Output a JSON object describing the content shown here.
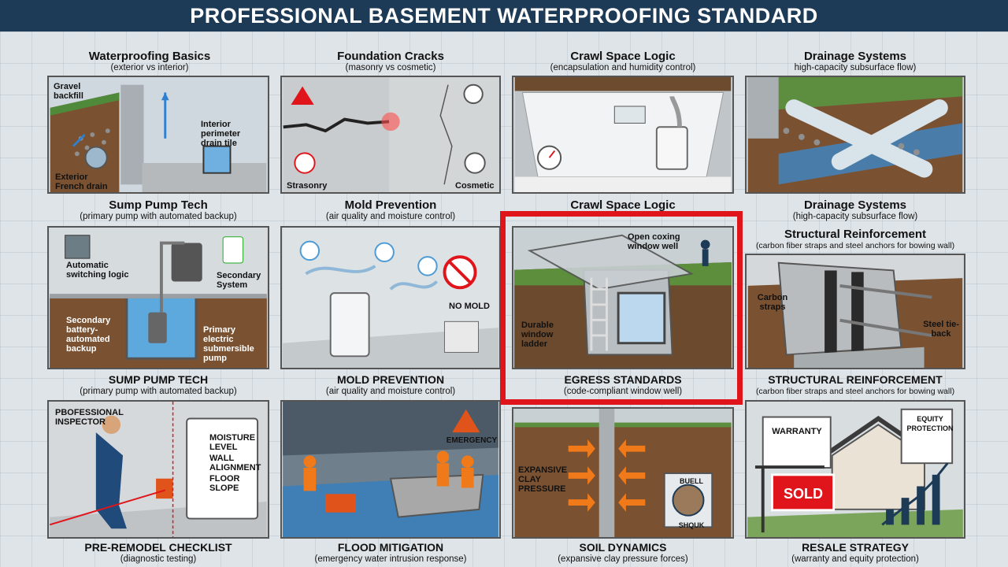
{
  "header": {
    "title": "PROFESSIONAL BASEMENT WATERPROOFING STANDARD"
  },
  "row1_captions": [
    {
      "title": "Waterproofing Basics",
      "subtitle": "(exterior vs interior)"
    },
    {
      "title": "Foundation Cracks",
      "subtitle": "(masonry vs cosmetic)"
    },
    {
      "title": "Crawl Space Logic",
      "subtitle": "(encapsulation and humidity control)"
    },
    {
      "title": "Drainage Systems",
      "subtitle": "high-capacity subsurface flow)"
    }
  ],
  "row2_captions": [
    {
      "title": "Sump Pump Tech",
      "subtitle": "(primary pump with automated backup)"
    },
    {
      "title": "Mold Prevention",
      "subtitle": "(air quality and moisture control)"
    },
    {
      "title": "Crawl Space Logic",
      "subtitle": ""
    },
    {
      "title": "Drainage Systems",
      "subtitle": "(high-capacity subsurface flow)"
    }
  ],
  "row3_captions": [
    {
      "title": "SUMP PUMP TECH",
      "subtitle": "(primary pump with automated backup)"
    },
    {
      "title": "MOLD PREVENTION",
      "subtitle": "(air quality and moisture control)"
    },
    {
      "title": "EGRESS STANDARDS",
      "subtitle": "(code-compliant window well)"
    },
    {
      "title": "STRUCTURAL REINFORCEMENT",
      "subtitle": "(carbon fiber straps and steel anchors for bowing wall)"
    }
  ],
  "row4_captions": [
    {
      "title": "PRE-REMODEL CHECKLIST",
      "subtitle": "(diagnostic testing)"
    },
    {
      "title": "FLOOD MITIGATION",
      "subtitle": "(emergency water intrusion response)"
    },
    {
      "title": "SOIL DYNAMICS",
      "subtitle": "(expansive clay pressure forces)"
    },
    {
      "title": "RESALE STRATEGY",
      "subtitle": "(warranty and equity protection)"
    }
  ],
  "structural_caption": {
    "title": "Structural Reinforcement",
    "subtitle": "(carbon fiber straps and steel anchors for bowing wall)"
  },
  "panel_labels": {
    "basics": {
      "gravel": "Gravel backfill",
      "interior": "Interior perimeter drain tile",
      "exterior": "Exterior French drain"
    },
    "cracks": {
      "left": "Strasonry",
      "right": "Cosmetic"
    },
    "sump": {
      "auto": "Automatic switching logic",
      "secondary_sys": "Secondary System",
      "battery": "Secondary battery-automated backup",
      "primary": "Primary electric submersible pump"
    },
    "mold": {
      "no_mold": "NO MOLD"
    },
    "egress": {
      "well": "Open coxing window well",
      "ladder": "Durable window ladder"
    },
    "structural": {
      "straps": "Carbon straps",
      "tieback": "Steel tie-back"
    },
    "checklist": {
      "inspector": "PBOFESSIONAL INSPECTOR",
      "items": [
        "MOISTURE LEVEL",
        "WALL ALIGNMENT",
        "FLOOR SLOPE"
      ]
    },
    "flood": {
      "emergency": "EMERGENCY"
    },
    "soil": {
      "pressure": "EXPANSIVE CLAY PRESSURE",
      "swell": "BUELL",
      "shrink": "SHQUK"
    },
    "resale": {
      "warranty": "WARRANTY",
      "equity": "EQUITY PROTECTION",
      "sold": "SOLD"
    }
  },
  "colors": {
    "header_bg": "#1d3a56",
    "highlight": "#e0151b",
    "soil": "#7a5232",
    "water": "#4d9bd6"
  }
}
